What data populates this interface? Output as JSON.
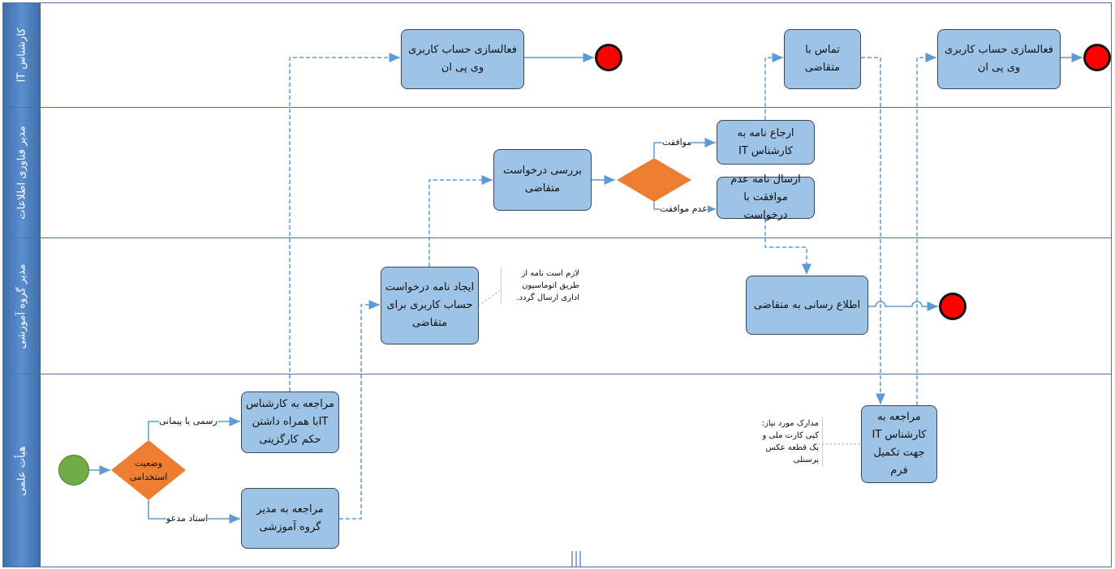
{
  "lanes": [
    "کارشناس IT",
    "مدیر فناوری اطلاعات",
    "مدیر گروه آموزشی",
    "هیأت علمی"
  ],
  "tasks": {
    "activate_vpn_1": "فعالسازی حساب کاربری وی پی ان",
    "contact_applicant": "تماس با متقاضی",
    "activate_vpn_2": "فعالسازی حساب کاربری وی پی ان",
    "review_request": "بررسی درخواست متقاضی",
    "refer_letter": "ارجاع نامه به کارشناس IT",
    "send_rejection": "ارسال نامه عدم موافقت با درخواست",
    "create_request_letter": "ایجاد نامه درخواست حساب کاربری برای متقاضی",
    "notify_applicant": "اطلاع رسانی به متقاضی",
    "visit_it_with_order": "مراجعه به کارشناس ITبا همراه داشتن حکم کارگزینی",
    "visit_group_manager": "مراجعه به مدیر گروه آموزشی",
    "visit_it_form": "مراجعه به کارشناس IT جهت تکمیل فرم"
  },
  "gateways": {
    "employment_status": "وضعیت استخدامی"
  },
  "flow_labels": {
    "approve": "موافقت",
    "reject": "عدم موافقت",
    "official": "رسمی یا پیمانی",
    "visiting": "استاد مدعو"
  },
  "notes": {
    "automation": "لازم است نامه از طریق اتوماسیون اداری ارسال گردد.",
    "documents": "مدارک مورد نیاز: کپی کارت ملی و یک قطعه عکس پرسنلی"
  },
  "colors": {
    "task": "#9dc3e6",
    "gateway": "#ed7d31",
    "end": "#ff0000",
    "start": "#70ad47",
    "lane": "#4a7fc0",
    "flow": "#5b9bd5"
  }
}
